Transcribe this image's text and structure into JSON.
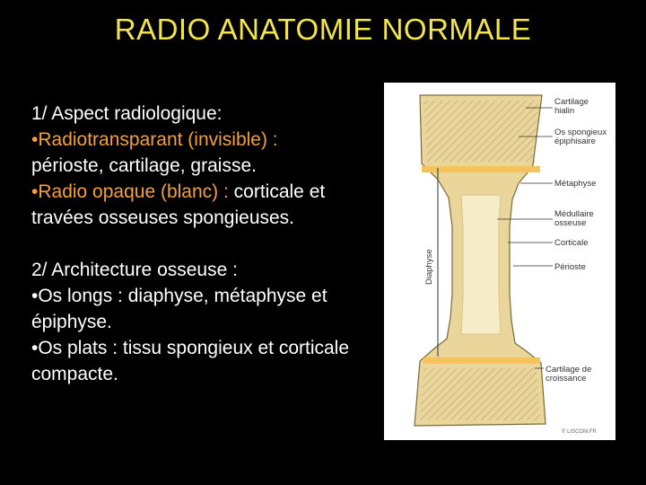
{
  "slide": {
    "title": "RADIO ANATOMIE NORMALE",
    "section1_heading": "1/ Aspect radiologique:",
    "bullet1_label": "•Radiotransparant (invisible) :",
    "bullet1_text": "périoste,   cartilage, graisse.",
    "bullet2_label": "•Radio opaque (blanc) :",
    "bullet2_text": " corticale et travées osseuses spongieuses.",
    "section2_heading": "2/ Architecture osseuse :",
    "bullet3_text": "•Os longs : diaphyse, métaphyse et épiphyse.",
    "bullet4_text": "•Os plats : tissu spongieux et corticale compacte."
  },
  "figure": {
    "labels": {
      "cartilage_hyalin": [
        "Cartilage",
        "hialin"
      ],
      "os_spongieux": [
        "Os spongieux",
        "épiphisaire"
      ],
      "metaphyse": "Métaphyse",
      "medullaire": [
        "Médullaire",
        "osseuse"
      ],
      "corticale": "Corticale",
      "perioste": "Périoste",
      "cartilage_croissance": [
        "Cartilage de",
        "croissance"
      ],
      "diaphyse": "Diaphyse",
      "copyright": "© LISCOM.FR"
    },
    "colors": {
      "bone_outer": "#ead59a",
      "bone_inner": "#f7ecc8",
      "growth_plate": "#f5c35a",
      "outline": "#7a6a3a"
    }
  }
}
